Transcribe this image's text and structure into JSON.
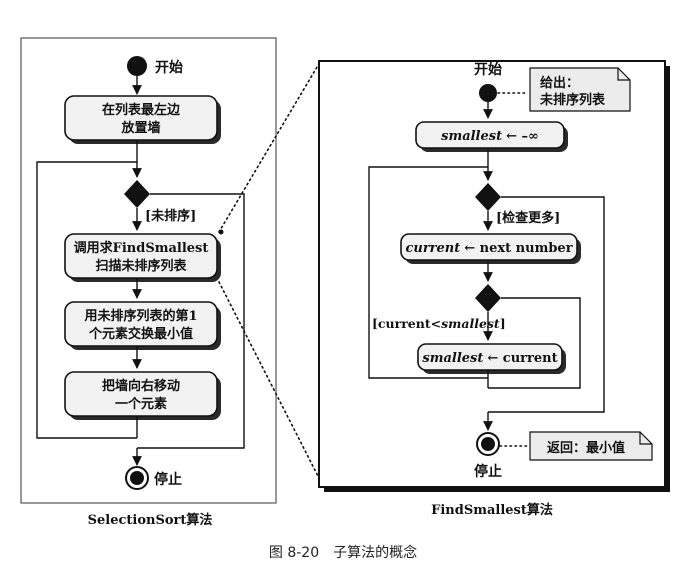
{
  "left": {
    "start": "开始",
    "step1_l1": "在列表最左边",
    "step1_l2": "放置墙",
    "guard": "[未排序]",
    "step2_l1": "调用求FindSmallest",
    "step2_l2": "扫描未排序列表",
    "step3_l1": "用未排序列表的第1",
    "step3_l2": "个元素交换最小值",
    "step4_l1": "把墙向右移动",
    "step4_l2": "一个元素",
    "stop": "停止",
    "caption": "SelectionSort算法"
  },
  "right": {
    "start": "开始",
    "given_l1": "给出：",
    "given_l2": "未排序列表",
    "smallest_var": "smallest",
    "init_rest": "← –∞",
    "guard_more": "[检查更多]",
    "current_var": "current",
    "current_rest": "← next number",
    "cond_pre": "[current<",
    "cond_var": "smallest",
    "cond_post": "]",
    "assign_var": "smallest",
    "assign_rest": "← current",
    "return_note": "返回：最小值",
    "stop": "停止",
    "caption": "FindSmallest算法"
  },
  "figure_caption": "图 8-20　子算法的概念"
}
